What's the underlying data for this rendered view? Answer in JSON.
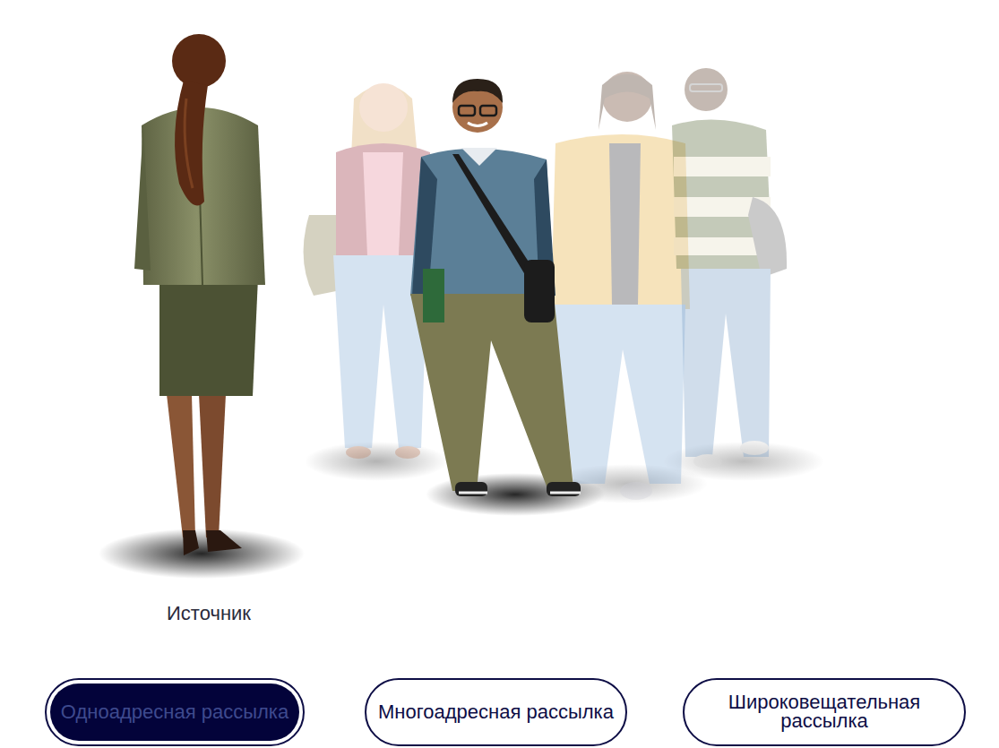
{
  "diagram": {
    "nodes": [
      {
        "text": [
          "Одноадресная рассылка"
        ]
      },
      {
        "text": [
          "Многоадресная рассылка"
        ]
      },
      {
        "text": [
          "Широковещательная рассылка"
        ]
      }
    ],
    "labels": [
      "Источник"
    ]
  }
}
